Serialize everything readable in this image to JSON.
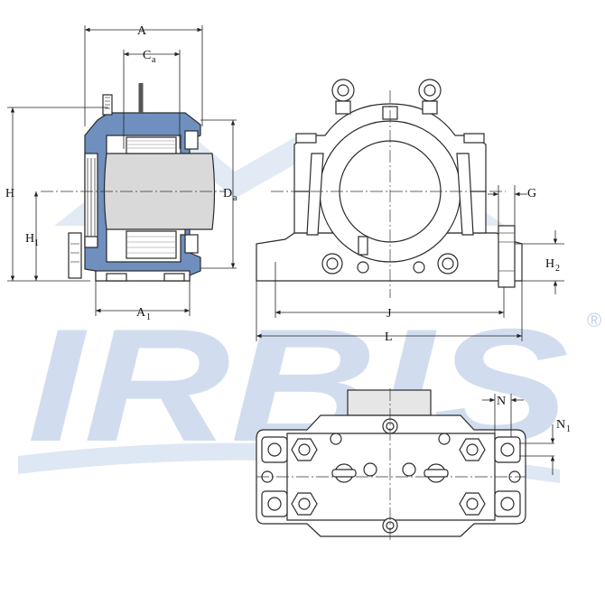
{
  "watermark": {
    "brand": "IRBIS",
    "registered_mark": "®",
    "color": "#c9d7ec"
  },
  "colors": {
    "housing_fill": "#ffffff",
    "housing_stroke": "#2a2a2a",
    "section_fill": "#6f8fbf",
    "shaft_fill": "#d9d9d9",
    "dim_line": "#222222"
  },
  "dimensions": {
    "A": "A",
    "Ca_main": "C",
    "Ca_sub": "a",
    "H": "H",
    "H1_main": "H",
    "H1_sub": "1",
    "Da_main": "D",
    "Da_sub": "a",
    "A1_main": "A",
    "A1_sub": "1",
    "G": "G",
    "H2_main": "H",
    "H2_sub": "2",
    "J": "J",
    "L": "L",
    "N": "N",
    "N1_main": "N",
    "N1_sub": "1"
  },
  "views": {
    "side_section": "side-section-view",
    "front": "front-view",
    "top": "top-view"
  }
}
